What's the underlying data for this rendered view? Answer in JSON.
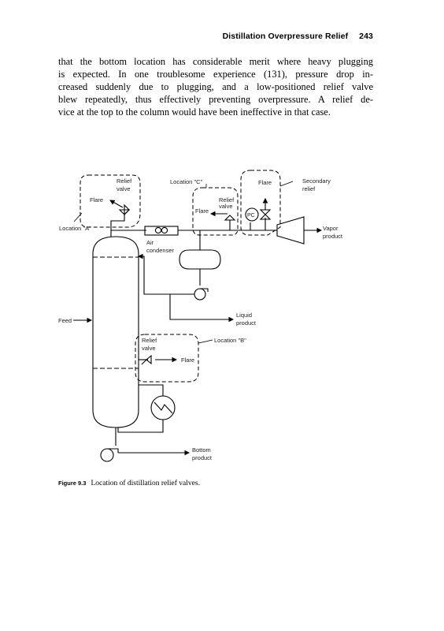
{
  "header": {
    "title": "Distillation Overpressure Relief",
    "page": "243"
  },
  "paragraph_lines": [
    "that the bottom location has considerable merit where heavy plugging",
    "is expected. In one troublesome experience (131), pressure drop in-",
    "creased suddenly due to plugging, and a low-positioned relief valve",
    "blew repeatedly, thus effectively preventing overpressure. A relief de-",
    "vice at the top to the column would have been ineffective in that case."
  ],
  "figure": {
    "labels": {
      "relief_valve_a_1": "Relief",
      "relief_valve_a_2": "valve",
      "flare_a": "Flare",
      "location_a": "Location \"A\"",
      "location_c": "Location \"C\"",
      "relief_valve_c_1": "Relief",
      "relief_valve_c_2": "valve",
      "flare_c": "Flare",
      "pc": "PC",
      "flare_sec": "Flare",
      "secondary_1": "Secondary",
      "secondary_2": "relief",
      "vapor_1": "Vapor",
      "vapor_2": "product",
      "air_1": "Air",
      "air_2": "condenser",
      "liquid_1": "Liquid",
      "liquid_2": "product",
      "feed": "Feed",
      "relief_valve_b_1": "Relief",
      "relief_valve_b_2": "valve",
      "flare_b": "Flare",
      "location_b": "Location \"B\"",
      "bottom_1": "Bottom",
      "bottom_2": "product"
    }
  },
  "caption": {
    "label": "Figure 9.3",
    "text": "Location of distillation relief valves."
  }
}
